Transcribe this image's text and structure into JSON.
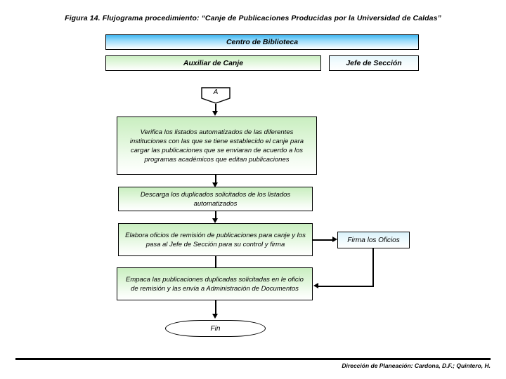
{
  "document": {
    "title": "Figura 14. Flujograma procedimiento: “Canje de Publicaciones Producidas por la Universidad de Caldas”"
  },
  "lanes": {
    "header": "Centro de Biblioteca",
    "columns": [
      {
        "label": "Auxiliar de Canje"
      },
      {
        "label": "Jefe de Sección"
      }
    ]
  },
  "flow": {
    "connector_in": "A",
    "steps": [
      {
        "id": "verifica",
        "text": "Verifica los listados automatizados de las diferentes instituciones con las que se tiene establecido el canje para cargar las publicaciones que se enviaran de acuerdo a los programas académicos que editan publicaciones"
      },
      {
        "id": "descarga",
        "text": "Descarga los duplicados solicitados de los listados automatizados"
      },
      {
        "id": "elabora",
        "text": "Elabora oficios de remisión de publicaciones para canje y los pasa al Jefe de Sección para su control y firma"
      },
      {
        "id": "empaca",
        "text": "Empaca las publicaciones duplicadas solicitadas en le oficio de remisión y las envía a Administración de Documentos"
      }
    ],
    "side_step": {
      "id": "firma",
      "text": "Firma los Oficios"
    },
    "end": "Fin"
  },
  "footer": {
    "credit": "Dirección de Planeación: Cardona, D.F.; Quintero, H."
  },
  "colors": {
    "lane_header_blue": "#40b6f0",
    "lane_green": "#cdf0c4",
    "lane_cyan": "#e4f6fb",
    "process_green": "#c9eec0",
    "process_cyan": "#d9f2fa",
    "line": "#000000"
  }
}
